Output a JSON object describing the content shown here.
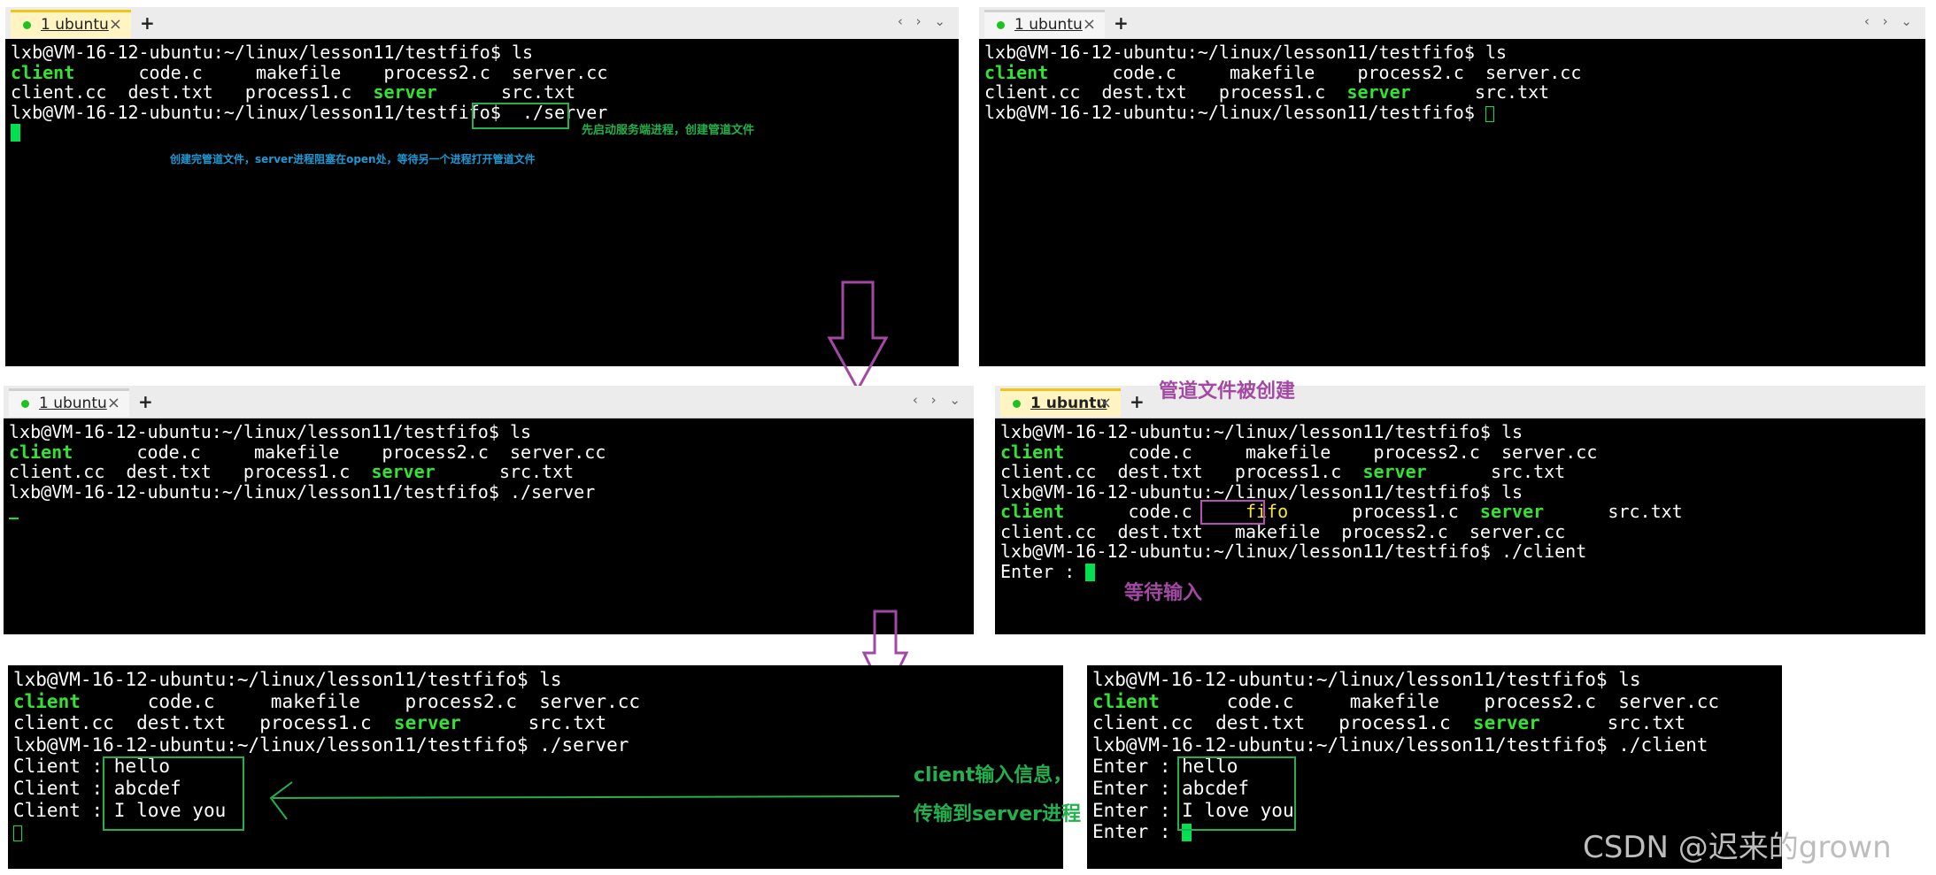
{
  "tabs": {
    "label": "1 ubuntu",
    "close": "×",
    "add": "+",
    "nav": "‹ › ⌄"
  },
  "prompt": "lxb@VM-16-12-ubuntu:~/linux/lesson11/testfifo$",
  "ls_cmd": "ls",
  "files": {
    "client": "client",
    "code_c": "code.c",
    "makefile": "makefile",
    "process2_c": "process2.c",
    "server_cc": "server.cc",
    "client_cc": "client.cc",
    "dest_txt": "dest.txt",
    "process1_c": "process1.c",
    "server": "server",
    "src_txt": "src.txt",
    "fifo": "fifo"
  },
  "commands": {
    "server": "./server",
    "client": "./client"
  },
  "io": {
    "enter": "Enter : ",
    "client_prefix": "Client : ",
    "msg1": "hello",
    "msg2": "abcdef",
    "msg3": "I love you"
  },
  "annotations": {
    "start_server": "先启动服务端进程，创建管道文件",
    "blocked": "创建完管道文件，server进程阻塞在open处，等待另一个进程打开管道文件",
    "fifo_created": "管道文件被创建",
    "wait_input": "等待输入",
    "client_input_1": "client输入信息，",
    "client_input_2": "传输到server进程"
  },
  "watermark": "CSDN @迟来的grown",
  "colors": {
    "terminal_bg": "#000000",
    "green_text": "#34e234",
    "annot_green": "#22b14c",
    "annot_blue": "#1c9ad6",
    "annot_purple": "#a349a4",
    "box_green": "#22b14c",
    "box_purple": "#b44fb4"
  }
}
